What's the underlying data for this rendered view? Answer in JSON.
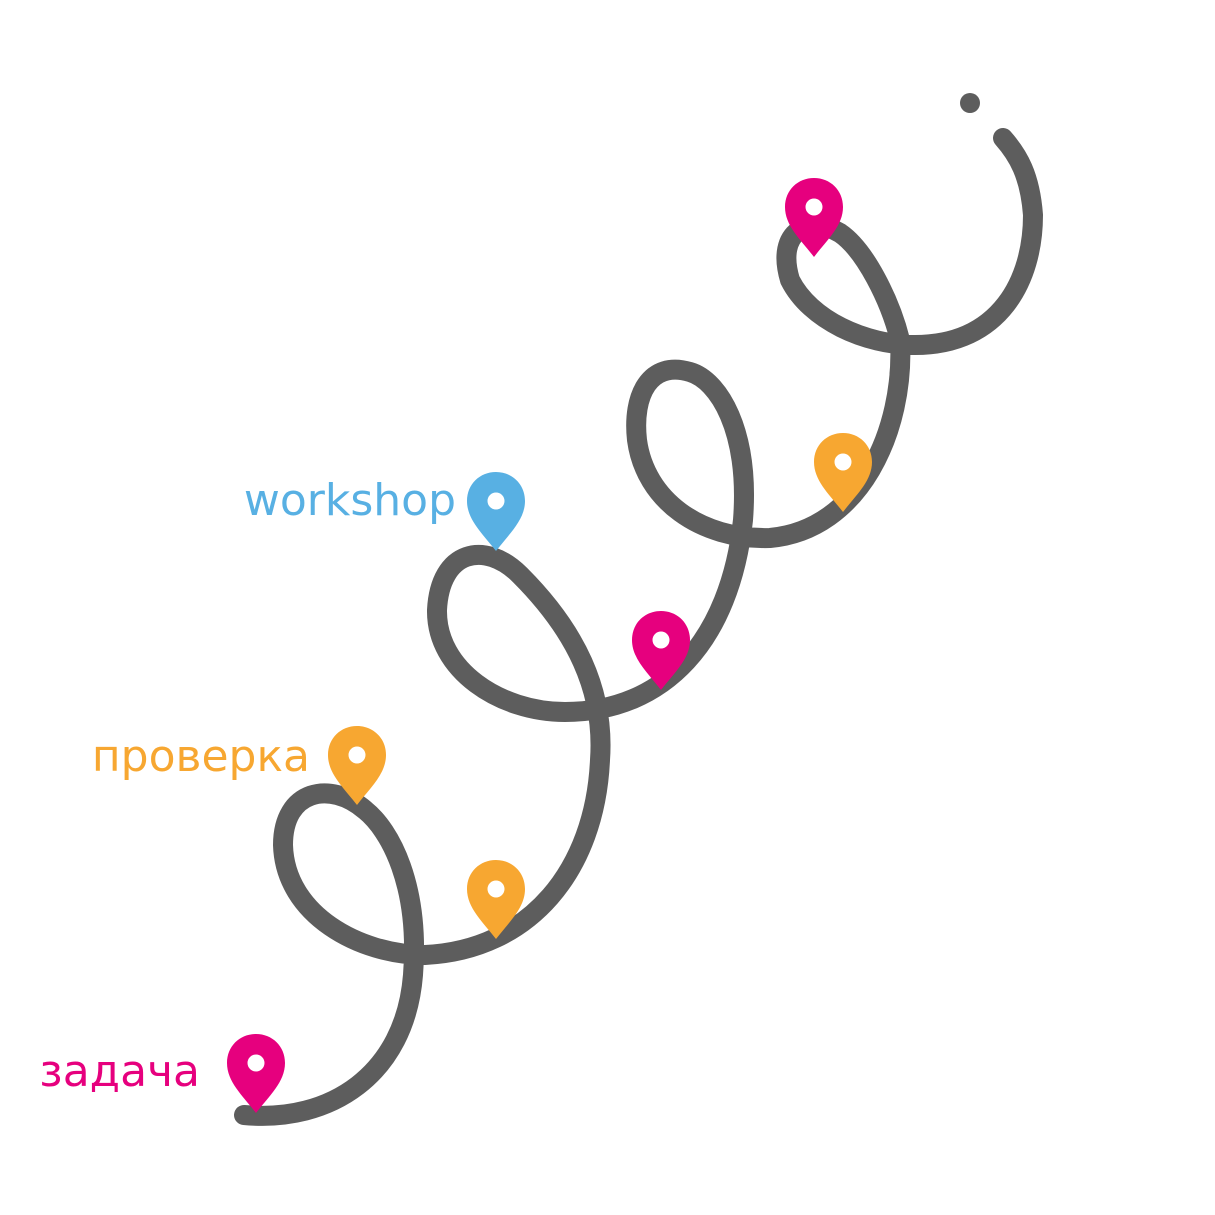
{
  "colors": {
    "path": "#5d5d5d",
    "magenta": "#e6007e",
    "orange": "#f7a731",
    "blue": "#58b0e3",
    "background": "#ffffff"
  },
  "labels": {
    "task": "задача",
    "check": "проверка",
    "workshop": "workshop"
  },
  "markers": [
    {
      "id": "marker-start",
      "color": "magenta",
      "icon": "map-pin-icon"
    },
    {
      "id": "marker-2",
      "color": "orange",
      "icon": "map-pin-icon"
    },
    {
      "id": "marker-3",
      "color": "orange",
      "icon": "map-pin-icon"
    },
    {
      "id": "marker-4",
      "color": "magenta",
      "icon": "map-pin-icon"
    },
    {
      "id": "marker-5",
      "color": "blue",
      "icon": "map-pin-icon"
    },
    {
      "id": "marker-6",
      "color": "orange",
      "icon": "map-pin-icon"
    },
    {
      "id": "marker-7",
      "color": "magenta",
      "icon": "map-pin-icon"
    }
  ]
}
